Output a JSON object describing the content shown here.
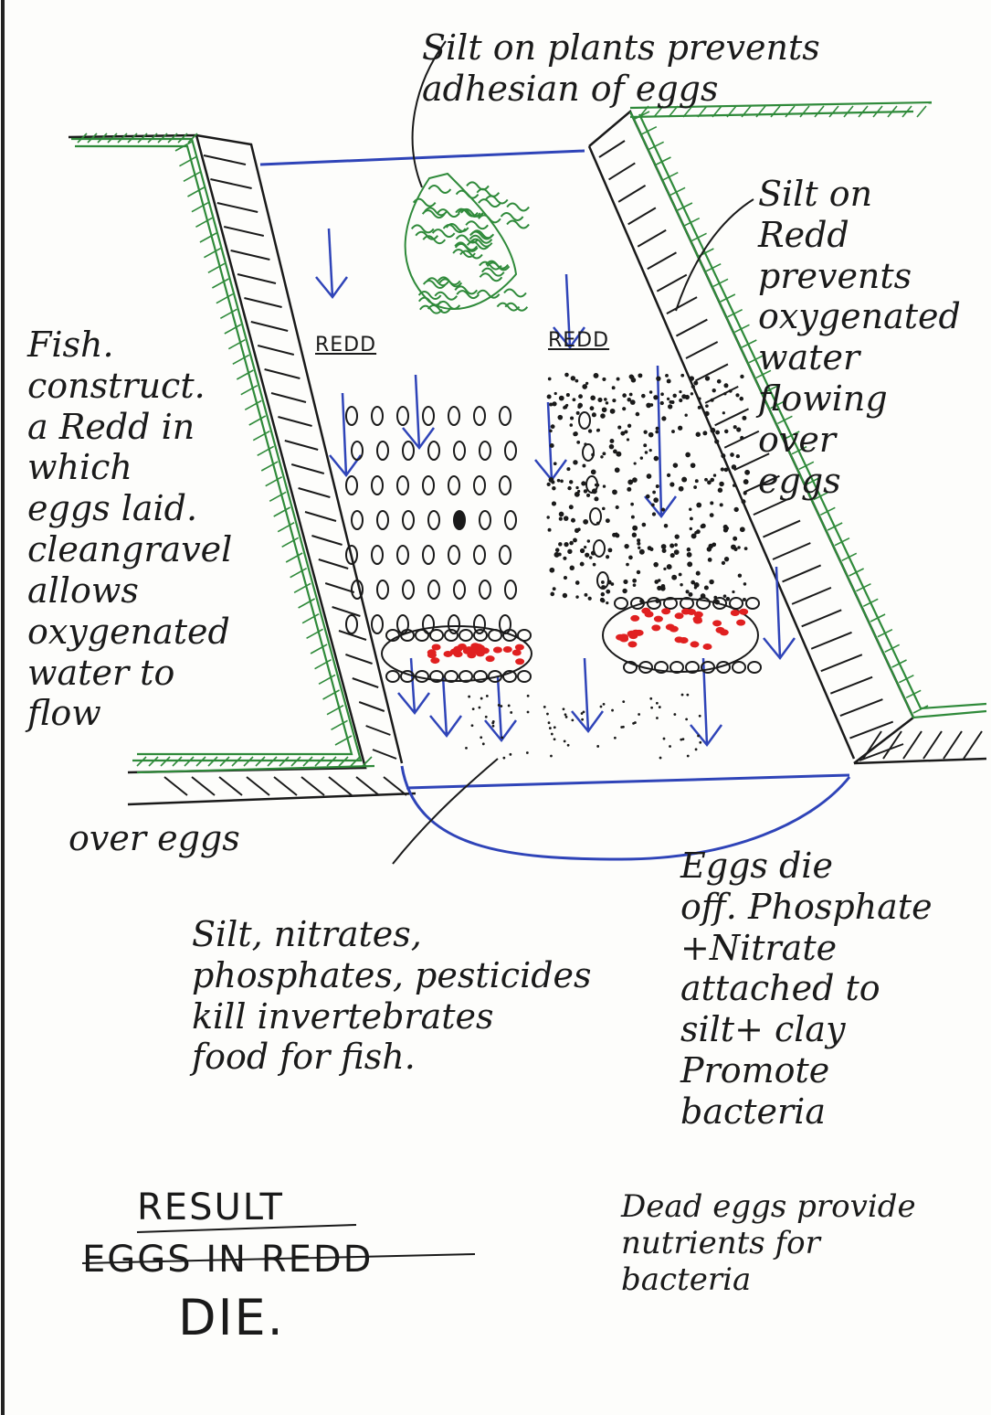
{
  "labels": {
    "silt_on_plants": "Silt on plants prevents\nadhesian of eggs",
    "silt_on_redd": "Silt on\nRedd\nprevents\noxygenated\nwater flowing\nover\neggs",
    "fish_construct": "Fish.\nconstruct.\na Redd in\nwhich\neggs laid.\ncleangravel\nallows\noxygenated\nwater to\nflow",
    "over_eggs": "over eggs",
    "redd_left": "REDD",
    "redd_right": "REDD",
    "silt_nitrates": "Silt, nitrates,\nphosphates, pesticides\nkill invertebrates\nfood for fish.",
    "eggs_die_off": "Eggs die\noff. Phosphate\n+Nitrate\nattached to\nsilt+ clay\nPromote\nbacteria",
    "dead_eggs": "Dead eggs provide\nnutrients for\nbacteria",
    "result_title": "RESULT",
    "result_line1": "EGGS IN REDD",
    "result_line2": "DIE."
  },
  "colors": {
    "ink": "#1a1a1a",
    "water": "#2f44b8",
    "vegetation": "#2f8a3a",
    "eggs": "#e02020"
  }
}
